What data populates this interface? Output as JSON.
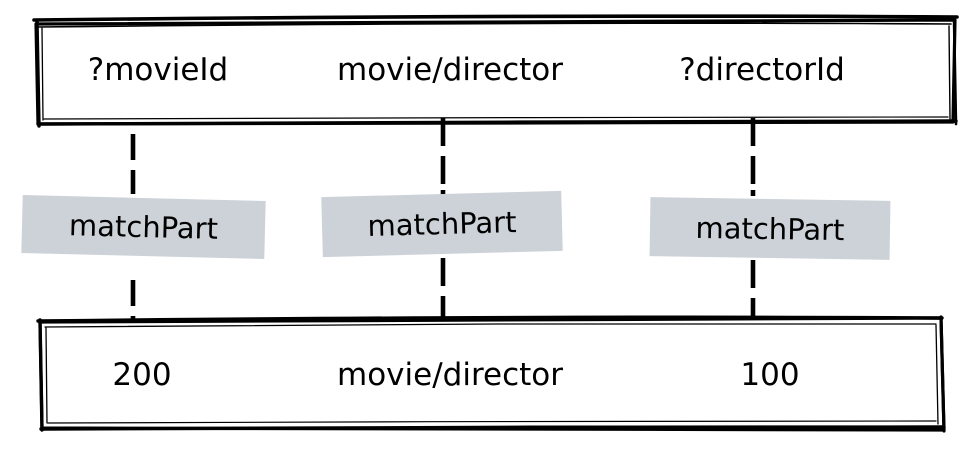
{
  "diagram": {
    "title": "matchPart triple matching diagram",
    "colors": {
      "ink": "#000000",
      "chip_fill": "#ccd2d8",
      "background": "#ffffff"
    },
    "pattern_box": {
      "name": "query-triple-pattern",
      "cells": [
        {
          "label": "?movieId",
          "role": "subject-variable"
        },
        {
          "label": "movie/director",
          "role": "predicate-constant"
        },
        {
          "label": "?directorId",
          "role": "object-variable"
        }
      ]
    },
    "connectors": [
      {
        "label": "matchPart",
        "column": 0
      },
      {
        "label": "matchPart",
        "column": 1
      },
      {
        "label": "matchPart",
        "column": 2
      }
    ],
    "fact_box": {
      "name": "data-triple-fact",
      "cells": [
        {
          "label": "200",
          "role": "subject-value"
        },
        {
          "label": "movie/director",
          "role": "predicate-value"
        },
        {
          "label": "100",
          "role": "object-value"
        }
      ]
    }
  }
}
